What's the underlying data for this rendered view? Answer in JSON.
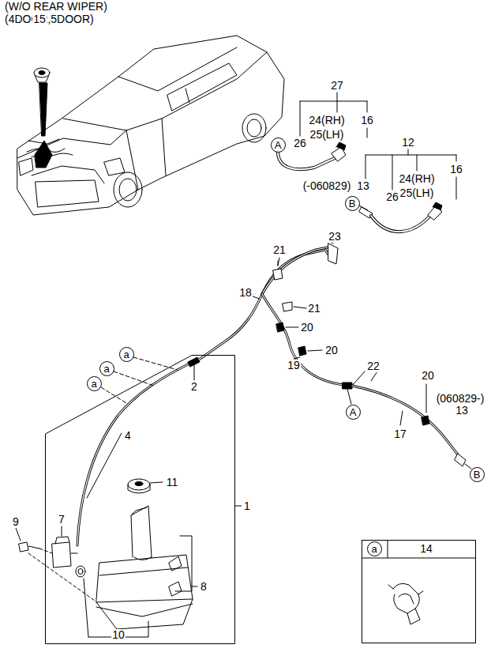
{
  "diagram": {
    "nodes": [
      {
        "text": [
          "1"
        ]
      },
      {
        "text": [
          "a"
        ]
      },
      {
        "text": [
          "a"
        ]
      },
      {
        "text": [
          "a"
        ]
      },
      {
        "text": [
          "A"
        ]
      },
      {
        "text": [
          "B"
        ]
      },
      {
        "text": [
          "A"
        ]
      },
      {
        "text": [
          "B"
        ]
      },
      {
        "text": [
          "14"
        ]
      },
      {
        "text": [
          "a"
        ],
        "in": 8
      }
    ],
    "labels": [
      "(W/O REAR WIPER)",
      "(4DOOR,5DOOR)",
      "15",
      "27",
      "24(RH)",
      "16",
      "25(LH)",
      "26",
      "12",
      "24(RH)",
      "16",
      "25(LH)",
      "(-060829)",
      "13",
      "26",
      "23",
      "21",
      "18",
      "21",
      "20",
      "20",
      "2",
      "22",
      "19",
      "20",
      "(060829-)",
      "13",
      "17",
      "4",
      "11",
      "9",
      "7",
      "8",
      "10"
    ]
  }
}
